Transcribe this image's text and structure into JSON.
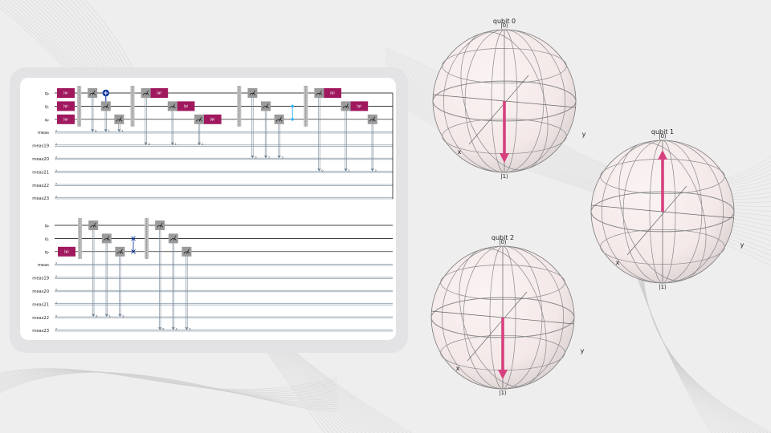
{
  "circuit": {
    "wire_labels": [
      "q₀",
      "q₁",
      "q₂",
      "meas",
      "meas19",
      "meas20",
      "meas21",
      "meas22",
      "meas23"
    ],
    "classical_bit_counts": [
      "3",
      "3",
      "3",
      "3",
      "3",
      "3"
    ],
    "init_gate_symbol": "|ψ⟩",
    "colors": {
      "init_gate": "#a0195f",
      "measure_gate": "#9b9b9b",
      "barrier": "#bdbdbd",
      "cnot": "#002d9c",
      "cz": "#33b1ff",
      "swap": "#002d9c",
      "classical_wire": "#778899",
      "quantum_wire": "#000000"
    },
    "section1": {
      "init_gates": [
        {
          "qubit": 0,
          "step": 0
        },
        {
          "qubit": 1,
          "step": 0
        },
        {
          "qubit": 2,
          "step": 0
        }
      ],
      "barriers": [
        1,
        5,
        13,
        18
      ],
      "cnots": [
        {
          "control": 1,
          "target": 0,
          "step": 3
        }
      ],
      "czs": [
        {
          "a": 1,
          "b": 2,
          "step": 17
        }
      ],
      "init_gates_late": [
        {
          "qubit": 0,
          "step": 7
        },
        {
          "qubit": 1,
          "step": 9
        },
        {
          "qubit": 2,
          "step": 11
        },
        {
          "qubit": 0,
          "step": 20
        },
        {
          "qubit": 1,
          "step": 22
        }
      ],
      "measures": [
        {
          "qubit": 0,
          "step": 2,
          "creg": 3,
          "bit": "0"
        },
        {
          "qubit": 1,
          "step": 3,
          "creg": 3,
          "bit": "1"
        },
        {
          "qubit": 2,
          "step": 4,
          "creg": 3,
          "bit": "2"
        },
        {
          "qubit": 0,
          "step": 6,
          "creg": 4,
          "bit": "0"
        },
        {
          "qubit": 1,
          "step": 8,
          "creg": 4,
          "bit": "1"
        },
        {
          "qubit": 2,
          "step": 10,
          "creg": 4,
          "bit": "2"
        },
        {
          "qubit": 0,
          "step": 14,
          "creg": 5,
          "bit": "0"
        },
        {
          "qubit": 1,
          "step": 15,
          "creg": 5,
          "bit": "1"
        },
        {
          "qubit": 2,
          "step": 16,
          "creg": 5,
          "bit": "2"
        },
        {
          "qubit": 0,
          "step": 19,
          "creg": 6,
          "bit": "0"
        },
        {
          "qubit": 1,
          "step": 21,
          "creg": 6,
          "bit": "1"
        },
        {
          "qubit": 2,
          "step": 23,
          "creg": 6,
          "bit": "2"
        }
      ]
    },
    "section2": {
      "init_gates": [
        {
          "qubit": 2,
          "step": 0
        }
      ],
      "barriers": [
        1,
        6
      ],
      "swaps": [
        {
          "a": 1,
          "b": 2,
          "step": 5
        }
      ],
      "measures": [
        {
          "qubit": 0,
          "step": 2,
          "creg": 7,
          "bit": "0"
        },
        {
          "qubit": 1,
          "step": 3,
          "creg": 7,
          "bit": "1"
        },
        {
          "qubit": 2,
          "step": 4,
          "creg": 7,
          "bit": "2"
        },
        {
          "qubit": 0,
          "step": 7,
          "creg": 8,
          "bit": "0"
        },
        {
          "qubit": 1,
          "step": 8,
          "creg": 8,
          "bit": "1"
        },
        {
          "qubit": 2,
          "step": 9,
          "creg": 8,
          "bit": "2"
        }
      ]
    }
  },
  "bloch_spheres": [
    {
      "title": "qubit 0",
      "top_label": "|0⟩",
      "bottom_label": "|1⟩",
      "x_label": "x",
      "y_label": "y",
      "state": "down"
    },
    {
      "title": "qubit 1",
      "top_label": "|0⟩",
      "bottom_label": "|1⟩",
      "x_label": "x",
      "y_label": "y",
      "state": "up"
    },
    {
      "title": "qubit 2",
      "top_label": "|0⟩",
      "bottom_label": "|1⟩",
      "x_label": "x",
      "y_label": "y",
      "state": "down"
    }
  ],
  "colors": {
    "background": "#efeeee",
    "panel_frame": "#e3e3e5",
    "sphere_fill": "#f4e8e8",
    "sphere_line": "#8a8a8a",
    "state_vector": "#d6407e"
  }
}
